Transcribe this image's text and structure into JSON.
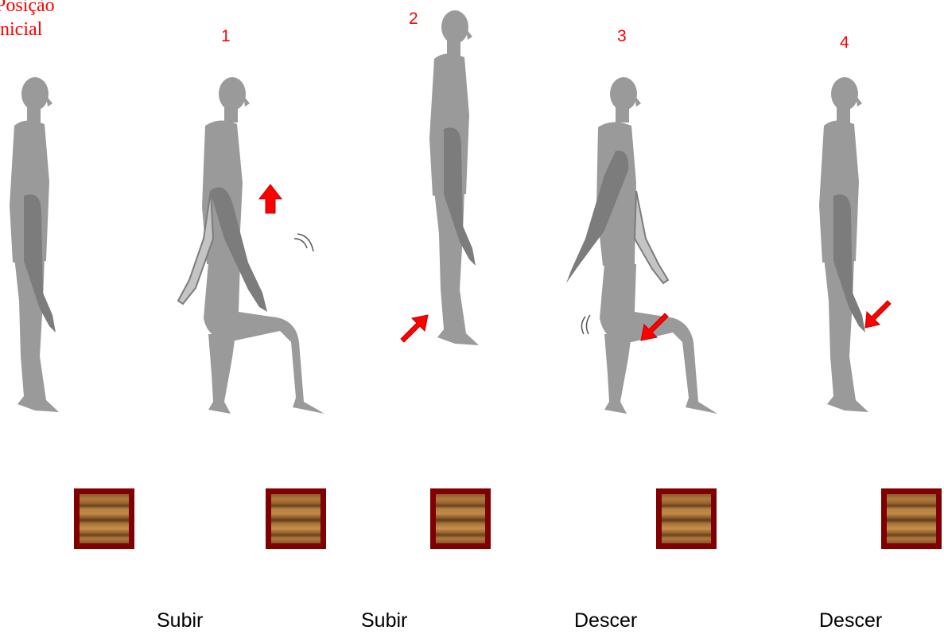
{
  "initial_position": {
    "line1": "Posição",
    "line2": "Inicial"
  },
  "steps": [
    {
      "number": "1",
      "action": "Subir"
    },
    {
      "number": "2",
      "action": "Subir"
    },
    {
      "number": "3",
      "action": "Descer"
    },
    {
      "number": "4",
      "action": "Descer"
    }
  ],
  "colors": {
    "body": "#9a9a9a",
    "arm": "#7c7c7c",
    "arrow": "#ff0000",
    "box_border": "#800000",
    "label_red": "#ff0000"
  },
  "icons": [
    "person-silhouette",
    "up-arrow",
    "diagonal-arrow",
    "wood-step-box",
    "motion-lines"
  ]
}
